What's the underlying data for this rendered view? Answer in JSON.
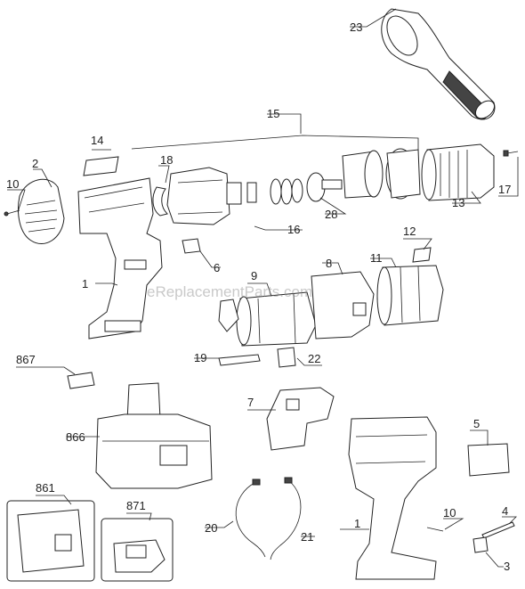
{
  "watermark": "eReplacementParts.com",
  "callouts": [
    {
      "id": "c23",
      "text": "23"
    },
    {
      "id": "c15",
      "text": "15"
    },
    {
      "id": "c14",
      "text": "14"
    },
    {
      "id": "c2",
      "text": "2"
    },
    {
      "id": "c18",
      "text": "18"
    },
    {
      "id": "c10a",
      "text": "10"
    },
    {
      "id": "c17",
      "text": "17"
    },
    {
      "id": "c13",
      "text": "13"
    },
    {
      "id": "c28",
      "text": "28"
    },
    {
      "id": "c16",
      "text": "16"
    },
    {
      "id": "c12",
      "text": "12"
    },
    {
      "id": "c6",
      "text": "6"
    },
    {
      "id": "c1a",
      "text": "1"
    },
    {
      "id": "c9",
      "text": "9"
    },
    {
      "id": "c8",
      "text": "8"
    },
    {
      "id": "c11",
      "text": "11"
    },
    {
      "id": "c867",
      "text": "867"
    },
    {
      "id": "c19",
      "text": "19"
    },
    {
      "id": "c22",
      "text": "22"
    },
    {
      "id": "c7",
      "text": "7"
    },
    {
      "id": "c866",
      "text": "866"
    },
    {
      "id": "c5",
      "text": "5"
    },
    {
      "id": "c861",
      "text": "861"
    },
    {
      "id": "c871",
      "text": "871"
    },
    {
      "id": "c20",
      "text": "20"
    },
    {
      "id": "c21",
      "text": "21"
    },
    {
      "id": "c1b",
      "text": "1"
    },
    {
      "id": "c10b",
      "text": "10"
    },
    {
      "id": "c4",
      "text": "4"
    },
    {
      "id": "c3",
      "text": "3"
    }
  ]
}
